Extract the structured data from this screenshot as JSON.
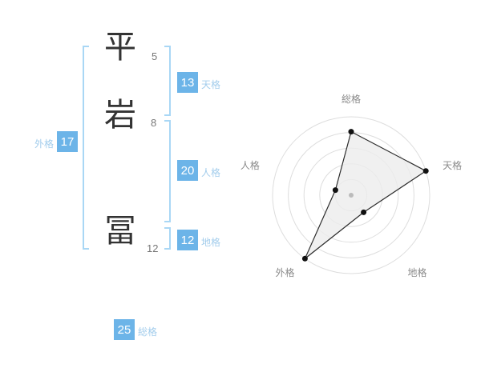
{
  "name": {
    "characters": [
      {
        "char": "平",
        "strokes": "5"
      },
      {
        "char": "岩",
        "strokes": "8"
      },
      {
        "char": "冨",
        "strokes": "12"
      }
    ]
  },
  "kaku": {
    "tenkaku": {
      "value": "13",
      "label": "天格"
    },
    "jinkaku": {
      "value": "20",
      "label": "人格"
    },
    "chikaku": {
      "value": "12",
      "label": "地格"
    },
    "gaikaku": {
      "value": "17",
      "label": "外格"
    },
    "soukaku": {
      "value": "25",
      "label": "総格"
    }
  },
  "colors": {
    "accent_box": "#6cb4e8",
    "accent_label": "#a3cdec",
    "bracket": "#a9d7f5",
    "chart_ring": "#dddddd",
    "chart_line": "#2b2b2b",
    "chart_fill": "#ececec",
    "chart_label": "#8a8a8a"
  },
  "chart_data": {
    "type": "radar",
    "axes": [
      "総格",
      "天格",
      "地格",
      "外格",
      "人格"
    ],
    "values": [
      81,
      100,
      27,
      100,
      21
    ],
    "max": 100,
    "rings": 5,
    "start_angle_deg": -90,
    "direction": "clockwise",
    "legend": "none",
    "grid": "concentric-circles"
  }
}
